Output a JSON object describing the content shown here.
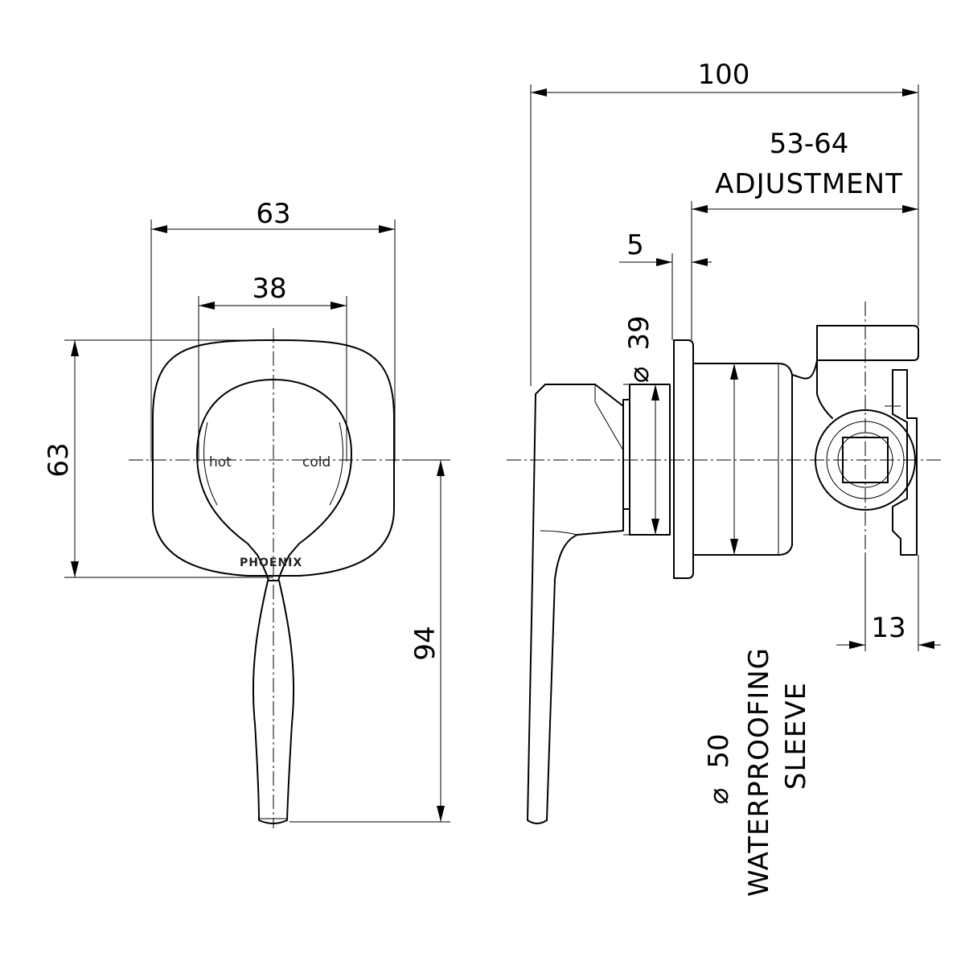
{
  "front_view": {
    "width_dim": "63",
    "height_dim": "63",
    "dial_width_dim": "38",
    "lever_length_dim": "94",
    "hot_label": "hot",
    "cold_label": "cold",
    "brand_label": "PHOENIX"
  },
  "side_view": {
    "depth_dim": "100",
    "adjust_range_dim": "53-64",
    "adjust_label": "ADJUSTMENT",
    "flange_dim": "5",
    "trim_diameter_dim": "39",
    "sleeve_diameter_dim": "50",
    "sleeve_label_line1": "WATERPROOFING",
    "sleeve_label_line2": "SLEEVE",
    "outlet_dim": "13",
    "diameter_symbol": "⌀"
  }
}
